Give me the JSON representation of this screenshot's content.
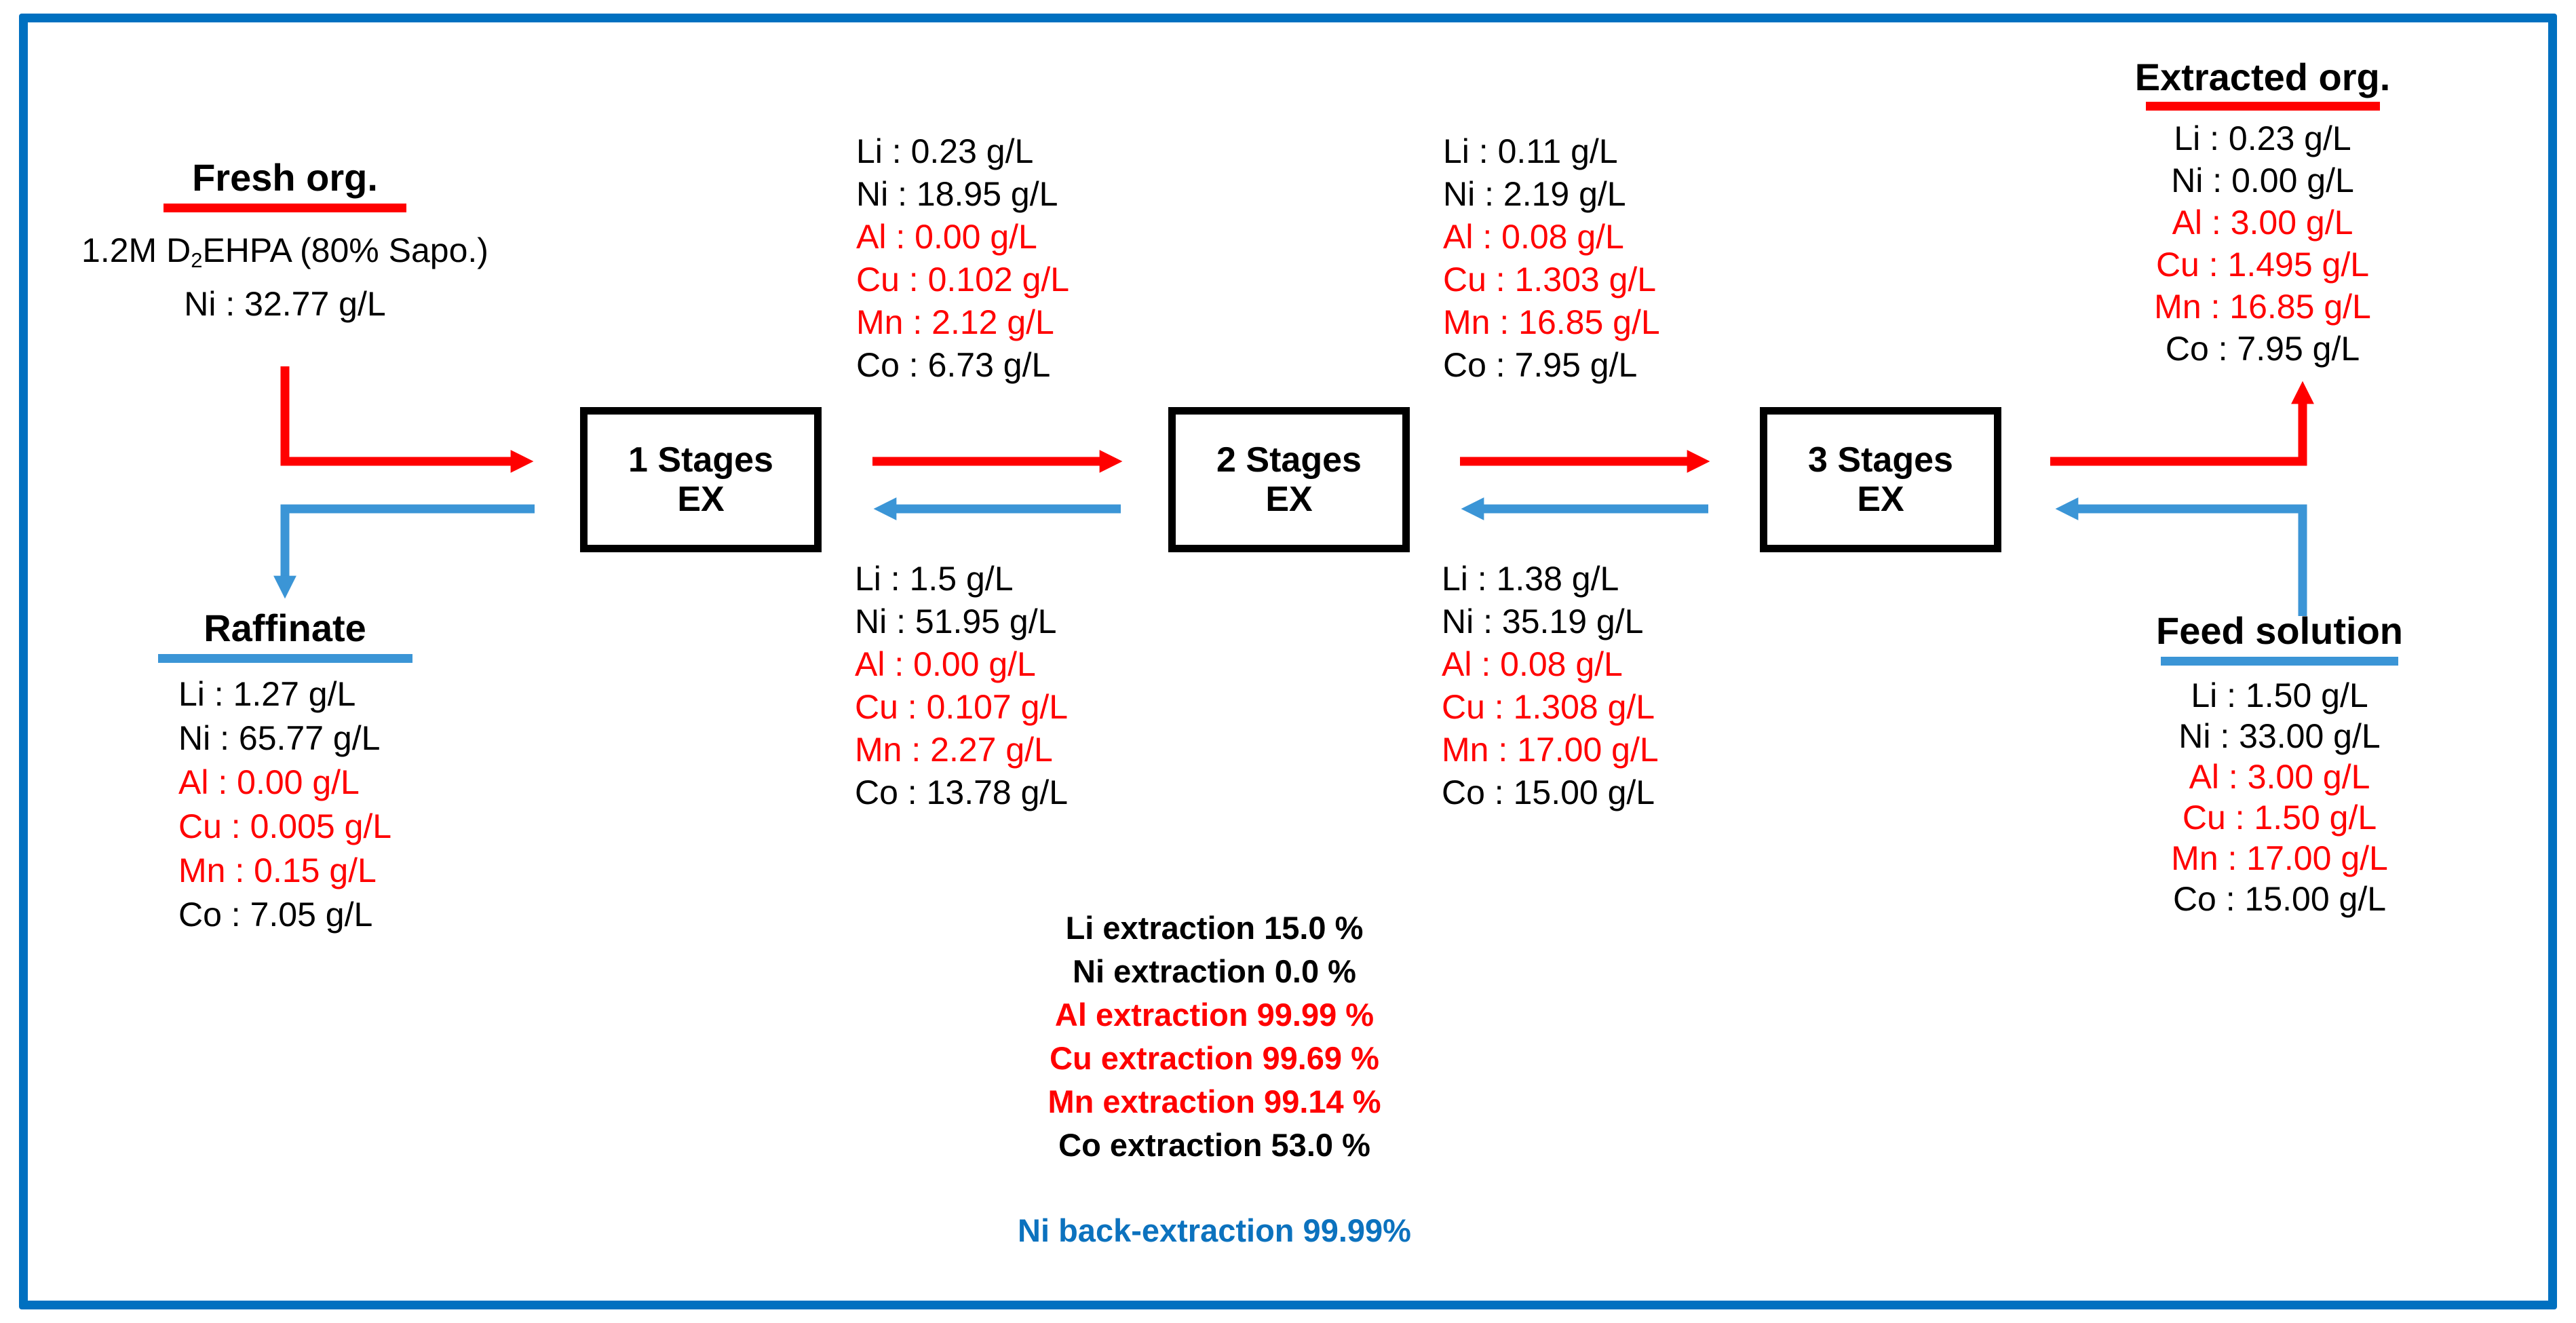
{
  "colors": {
    "frame_blue": "#0070c0",
    "arrow_blue": "#3b95d6",
    "back_extraction_blue": "#0c72be",
    "highlight_red": "#ff0000",
    "text_black": "#000000"
  },
  "fresh_org": {
    "title": "Fresh org.",
    "reagent_pre": "1.2M D",
    "reagent_sub": "2",
    "reagent_post": "EHPA (80% Sapo.)",
    "ni_line": "Ni : 32.77 g/L"
  },
  "raffinate": {
    "title": "Raffinate",
    "lines": [
      "Li : 1.27 g/L",
      "Ni : 65.77 g/L",
      "Al : 0.00 g/L",
      "Cu : 0.005 g/L",
      "Mn : 0.15 g/L",
      "Co : 7.05 g/L"
    ]
  },
  "extracted_org": {
    "title": "Extracted org.",
    "lines": [
      "Li : 0.23 g/L",
      "Ni : 0.00 g/L",
      "Al : 3.00 g/L",
      "Cu : 1.495 g/L",
      "Mn : 16.85 g/L",
      "Co : 7.95 g/L"
    ]
  },
  "feed_solution": {
    "title": "Feed solution",
    "lines": [
      "Li : 1.50 g/L",
      "Ni : 33.00 g/L",
      "Al : 3.00 g/L",
      "Cu : 1.50 g/L",
      "Mn : 17.00 g/L",
      "Co : 15.00 g/L"
    ]
  },
  "organic_between_1_2": {
    "lines": [
      "Li : 0.23 g/L",
      "Ni : 18.95 g/L",
      "Al : 0.00 g/L",
      "Cu : 0.102 g/L",
      "Mn : 2.12 g/L",
      "Co : 6.73 g/L"
    ]
  },
  "organic_between_2_3": {
    "lines": [
      "Li : 0.11 g/L",
      "Ni : 2.19 g/L",
      "Al : 0.08 g/L",
      "Cu : 1.303 g/L",
      "Mn : 16.85 g/L",
      "Co : 7.95 g/L"
    ]
  },
  "aqueous_between_1_2": {
    "lines": [
      "Li : 1.5 g/L",
      "Ni : 51.95 g/L",
      "Al : 0.00 g/L",
      "Cu : 0.107 g/L",
      "Mn : 2.27 g/L",
      "Co : 13.78 g/L"
    ]
  },
  "aqueous_between_2_3": {
    "lines": [
      "Li : 1.38 g/L",
      "Ni : 35.19 g/L",
      "Al : 0.08 g/L",
      "Cu : 1.308 g/L",
      "Mn : 17.00 g/L",
      "Co : 15.00 g/L"
    ]
  },
  "stages": [
    {
      "line1": "1 Stages",
      "line2": "EX"
    },
    {
      "line1": "2 Stages",
      "line2": "EX"
    },
    {
      "line1": "3 Stages",
      "line2": "EX"
    }
  ],
  "extraction_summary": {
    "lines": [
      "Li extraction 15.0 %",
      "Ni extraction 0.0 %",
      "Al extraction 99.99 %",
      "Cu extraction 99.69 %",
      "Mn extraction 99.14 %",
      "Co extraction 53.0 %"
    ]
  },
  "back_extraction": {
    "text": "Ni back-extraction 99.99%"
  }
}
